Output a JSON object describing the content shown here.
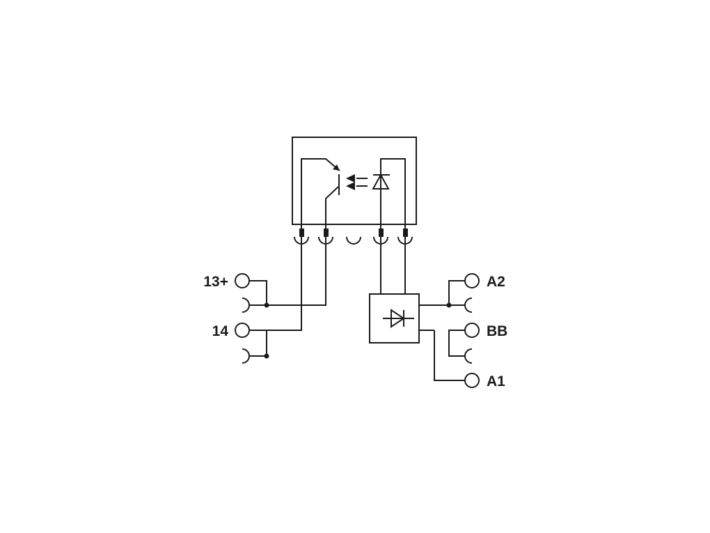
{
  "terminals": {
    "t13": "13+",
    "t14": "14",
    "a2": "A2",
    "bb": "BB",
    "a1": "A1"
  },
  "colors": {
    "line": "#1a1a1a",
    "background": "#ffffff"
  },
  "icons": [
    "phototransistor-icon",
    "led-icon",
    "light-arrows-icon",
    "diode-icon",
    "terminal-circle-icon",
    "plug-socket-icon"
  ]
}
